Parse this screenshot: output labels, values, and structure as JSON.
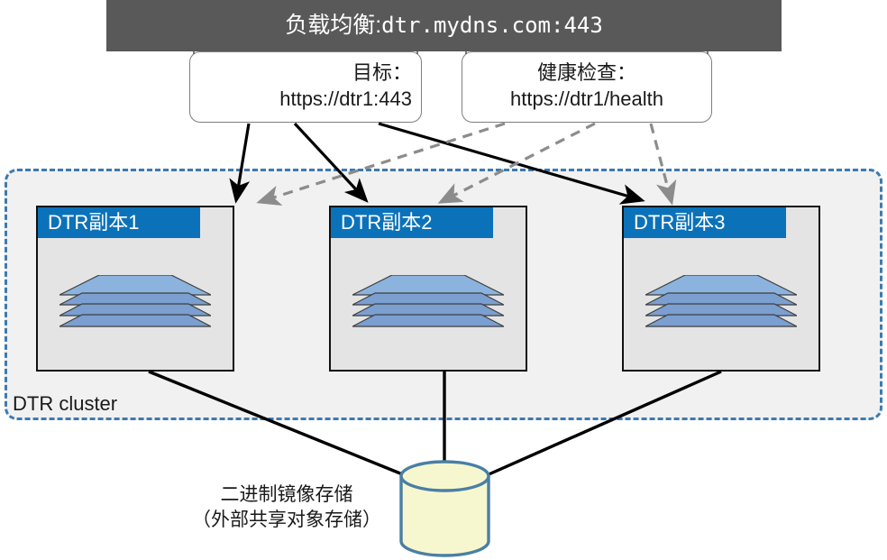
{
  "load_balancer": {
    "label_cn": "负载均衡:",
    "address": "dtr.mydns.com:443"
  },
  "callouts": [
    {
      "id": "target",
      "title": "目标：",
      "value": "https://dtr1:443",
      "arrow_style": "solid-black",
      "arrow_color": "#000000"
    },
    {
      "id": "health-check",
      "title": "健康检查：",
      "value": "https://dtr1/health",
      "arrow_style": "dashed-gray",
      "arrow_color": "#8c8c8c"
    }
  ],
  "cluster": {
    "label": "DTR cluster",
    "border_color": "#3c7ab0",
    "fill_color": "#f1f1f1",
    "replicas": [
      {
        "title": "DTR副本1",
        "icon": "layers-icon"
      },
      {
        "title": "DTR副本2",
        "icon": "layers-icon"
      },
      {
        "title": "DTR副本3",
        "icon": "layers-icon"
      }
    ]
  },
  "storage": {
    "line1": "二进制镜像存储",
    "line2": "（外部共享对象存储）",
    "icon": "database-cylinder-icon",
    "fill_color": "#f7f7cf",
    "stroke_color": "#4a7fa5"
  },
  "colors": {
    "header_bar": "#595959",
    "replica_title_blue": "#0b72ba",
    "replica_fill": "#e4e4e4",
    "layer_top": "#8cb3dd",
    "layer_body": "#7b9fd0"
  }
}
